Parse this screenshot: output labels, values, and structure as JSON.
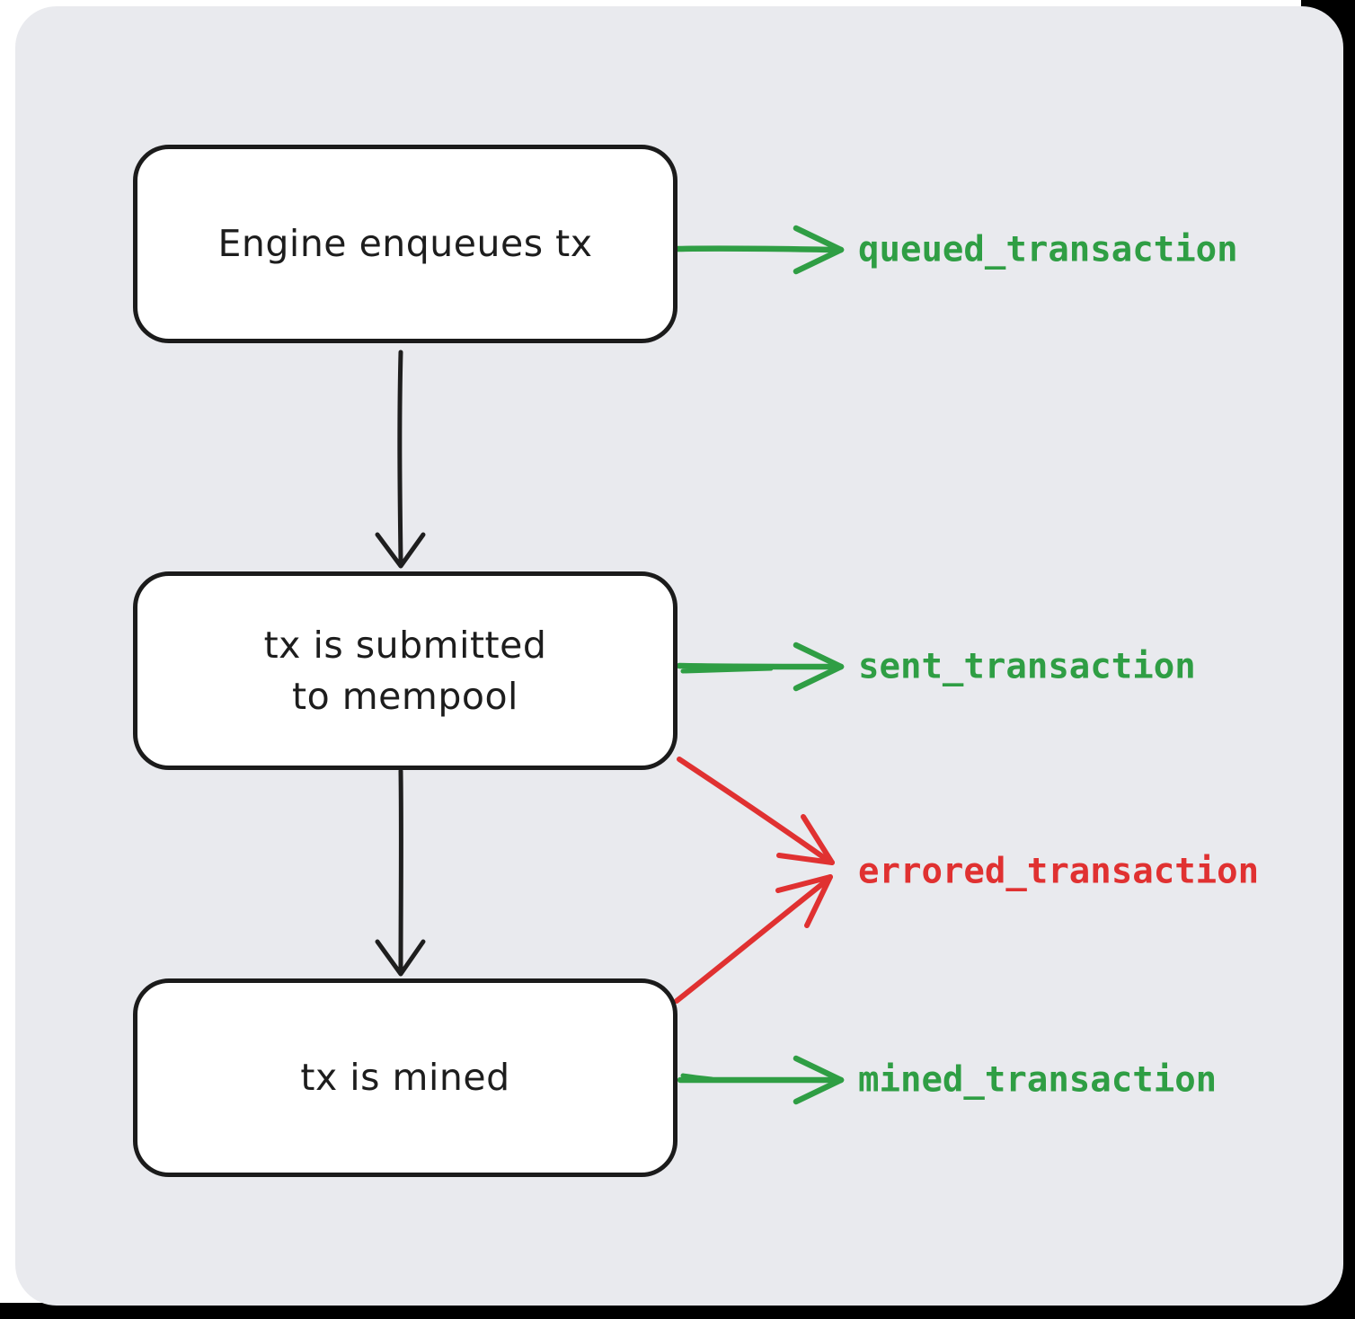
{
  "canvas": {
    "background": "#e9eaee",
    "backdrop_top_left": "#ffffff",
    "backdrop_bottom_right": "#000000"
  },
  "colors": {
    "success": "#2f9e44",
    "error": "#e03131",
    "node_border": "#1b1b1b",
    "node_fill": "#ffffff",
    "flow_arrow": "#1e1e1e"
  },
  "nodes": [
    {
      "id": "enqueue",
      "label": "Engine enqueues tx"
    },
    {
      "id": "submit",
      "label": "tx is submitted\nto mempool"
    },
    {
      "id": "mined",
      "label": "tx is mined"
    }
  ],
  "events": [
    {
      "name": "queued_transaction",
      "status": "success"
    },
    {
      "name": "sent_transaction",
      "status": "success"
    },
    {
      "name": "errored_transaction",
      "status": "error"
    },
    {
      "name": "mined_transaction",
      "status": "success"
    }
  ],
  "edges": [
    {
      "from": "enqueue",
      "to": "submit",
      "type": "flow"
    },
    {
      "from": "submit",
      "to": "mined",
      "type": "flow"
    },
    {
      "from": "enqueue",
      "to": "queued_transaction",
      "type": "event"
    },
    {
      "from": "submit",
      "to": "sent_transaction",
      "type": "event"
    },
    {
      "from": "submit",
      "to": "errored_transaction",
      "type": "error"
    },
    {
      "from": "mined",
      "to": "errored_transaction",
      "type": "error"
    },
    {
      "from": "mined",
      "to": "mined_transaction",
      "type": "event"
    }
  ]
}
